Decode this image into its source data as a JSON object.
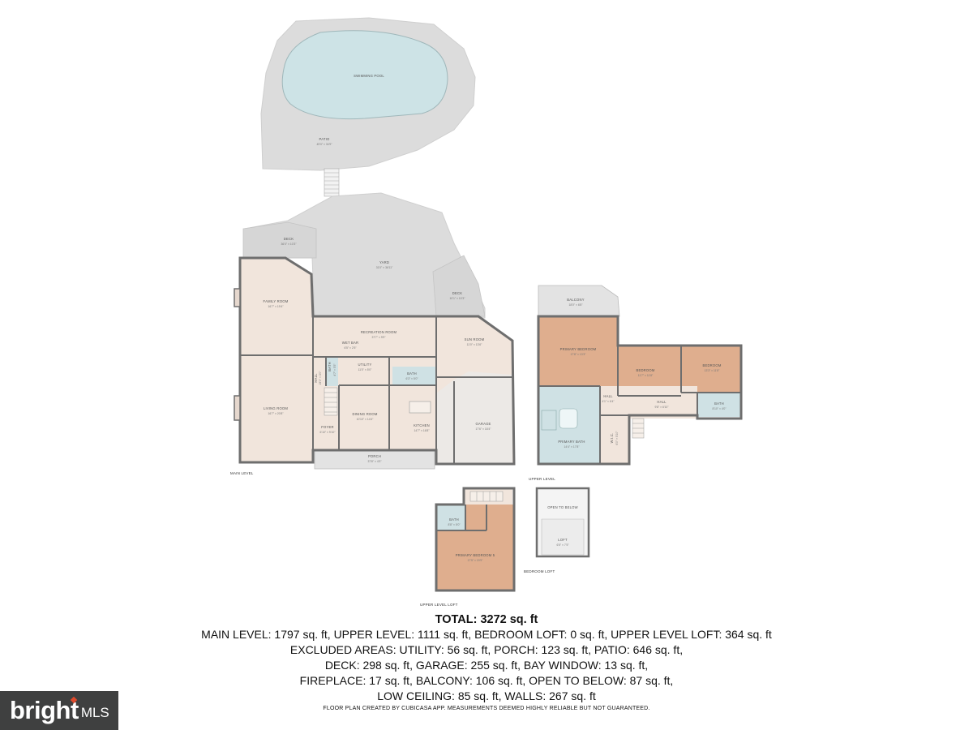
{
  "plan": {
    "outdoor": {
      "pool": {
        "name": "SWIMMING POOL"
      },
      "patio": {
        "name": "PATIO",
        "dim": "49'0\" × 34'9\""
      },
      "deck_left": {
        "name": "DECK",
        "dim": "36'0\" × 10'3\""
      },
      "yard": {
        "name": "YARD",
        "dim": "31'0\" × 36'11\""
      },
      "deck_right": {
        "name": "DECK",
        "dim": "10'1\" × 10'3\""
      },
      "porch": {
        "name": "PORCH",
        "dim": "37'8\" × 4'3\""
      }
    },
    "main_level": {
      "label": "MAIN LEVEL",
      "rooms": {
        "family": {
          "name": "FAMILY ROOM",
          "dim": "16'7\" × 19'4\""
        },
        "living": {
          "name": "LIVING ROOM",
          "dim": "16'7\" × 20'8\""
        },
        "recreation": {
          "name": "RECREATION ROOM",
          "dim": "37'7\" × 9'9\""
        },
        "wetbar": {
          "name": "WET BAR",
          "dim": "6'5\" × 2'5\""
        },
        "utility": {
          "name": "UTILITY",
          "dim": "11'0\" × 5'0\""
        },
        "bath": {
          "name": "BATH",
          "dim": "6'3\" × 5'0\""
        },
        "bath_small": {
          "name": "BATH",
          "dim": "4'7\" × 5'5\""
        },
        "hall": {
          "name": "HALL",
          "dim": "19'0\" × 3'0\""
        },
        "sun": {
          "name": "SUN ROOM",
          "dim": "11'0\" × 13'6\""
        },
        "foyer": {
          "name": "FOYER",
          "dim": "6'10\" × 9'10\""
        },
        "dining": {
          "name": "DINING ROOM",
          "dim": "10'10\" × 14'4\""
        },
        "kitchen": {
          "name": "KITCHEN",
          "dim": "14'7\" × 16'8\""
        },
        "garage": {
          "name": "GARAGE",
          "dim": "17'6\" × 18'4\""
        }
      }
    },
    "upper_level": {
      "label": "UPPER LEVEL",
      "rooms": {
        "balcony": {
          "name": "BALCONY",
          "dim": "18'0\" × 6'8\""
        },
        "primary": {
          "name": "PRIMARY BEDROOM",
          "dim": "17'8\" × 13'3\""
        },
        "bed2": {
          "name": "BEDROOM",
          "dim": "11'7\" × 11'8\""
        },
        "bed3": {
          "name": "BEDROOM",
          "dim": "13'3\" × 11'8\""
        },
        "hall1": {
          "name": "HALL",
          "dim": "4'1\" × 6'4\""
        },
        "hall2": {
          "name": "HALL",
          "dim": "9'8\" × 6'10\""
        },
        "bath": {
          "name": "BATH",
          "dim": "8'10\" × 4'0\""
        },
        "pbath": {
          "name": "PRIMARY BATH",
          "dim": "14'4\" × 17'8\""
        },
        "wic": {
          "name": "W.I.C.",
          "dim": "6'0\" × 5'10\""
        }
      }
    },
    "upper_level_loft": {
      "label": "UPPER LEVEL LOFT",
      "rooms": {
        "bath": {
          "name": "BATH",
          "dim": "8'8\" × 5'0\""
        },
        "primary": {
          "name": "PRIMARY BEDROOM 5",
          "dim": "17'5\" × 19'9\""
        }
      }
    },
    "bedroom_loft": {
      "label": "BEDROOM LOFT",
      "rooms": {
        "open": {
          "name": "OPEN TO BELOW"
        },
        "loft": {
          "name": "LOFT",
          "dim": "6'5\" × 7'5\""
        }
      }
    }
  },
  "summary": {
    "total": "TOTAL: 3272 sq. ft",
    "lines": [
      "MAIN LEVEL: 1797 sq. ft, UPPER LEVEL: 1111 sq. ft, BEDROOM LOFT: 0 sq. ft, UPPER LEVEL LOFT: 364 sq. ft",
      "EXCLUDED AREAS: UTILITY: 56 sq. ft, PORCH: 123 sq. ft, PATIO: 646 sq. ft,",
      "DECK: 298 sq. ft, GARAGE: 255 sq. ft, BAY WINDOW: 13 sq. ft,",
      "FIREPLACE: 17 sq. ft, BALCONY: 106 sq. ft, OPEN TO BELOW: 87 sq. ft,",
      "LOW CEILING: 85 sq. ft, WALLS: 267 sq. ft"
    ]
  },
  "footer": "FLOOR PLAN CREATED BY CUBICASA APP. MEASUREMENTS DEEMED HIGHLY RELIABLE BUT NOT GUARANTEED.",
  "logo": {
    "word": "bright",
    "suffix": "MLS"
  },
  "colors": {
    "outdoor": "#dcdcdc",
    "pool": "#cde3e6",
    "room": "#f1e5dc",
    "bedroom": "#dfae8e",
    "bath": "#cfe1e4",
    "wall": "#6e6e6e"
  }
}
